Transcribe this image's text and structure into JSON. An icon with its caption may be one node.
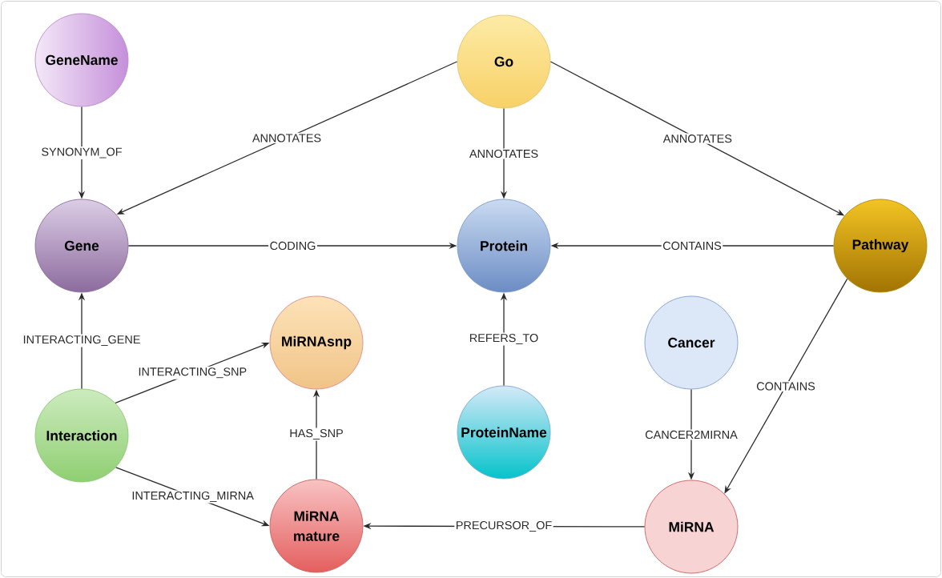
{
  "diagram": {
    "nodes": [
      {
        "text": [
          "GeneName"
        ]
      },
      {
        "text": [
          "Go"
        ]
      },
      {
        "text": [
          "Gene"
        ]
      },
      {
        "text": [
          "Protein"
        ]
      },
      {
        "text": [
          "Pathway"
        ]
      },
      {
        "text": [
          "MiRNAsnp"
        ]
      },
      {
        "text": [
          "Cancer"
        ]
      },
      {
        "text": [
          "Interaction"
        ]
      },
      {
        "text": [
          "ProteinName"
        ]
      },
      {
        "text": [
          "MiRNA mature"
        ]
      },
      {
        "text": [
          "MiRNA"
        ]
      }
    ],
    "edges": [
      {
        "from": 0,
        "to": 2,
        "arrow": "to",
        "label": "SYNONYM_OF"
      },
      {
        "from": 1,
        "to": 2,
        "arrow": "to",
        "label": "ANNOTATES"
      },
      {
        "from": 1,
        "to": 3,
        "arrow": "to",
        "label": "ANNOTATES"
      },
      {
        "from": 1,
        "to": 4,
        "arrow": "to",
        "label": "ANNOTATES"
      },
      {
        "from": 2,
        "to": 3,
        "arrow": "to",
        "label": "CODING"
      },
      {
        "from": 4,
        "to": 3,
        "arrow": "to",
        "label": "CONTAINS"
      },
      {
        "from": 7,
        "to": 2,
        "arrow": "to",
        "label": "INTERACTING_GENE"
      },
      {
        "from": 7,
        "to": 5,
        "arrow": "to",
        "label": "INTERACTING_SNP"
      },
      {
        "from": 8,
        "to": 3,
        "arrow": "to",
        "label": "REFERS_TO"
      },
      {
        "from": 6,
        "to": 10,
        "arrow": "to",
        "label": "CANCER2MIRNA"
      },
      {
        "from": 4,
        "to": 10,
        "arrow": "to",
        "label": "CONTAINS"
      },
      {
        "from": 9,
        "to": 5,
        "arrow": "to",
        "label": "HAS_SNP"
      },
      {
        "from": 7,
        "to": 9,
        "arrow": "to",
        "label": "INTERACTING_MIRNA"
      },
      {
        "from": 10,
        "to": 9,
        "arrow": "to",
        "label": "PRECURSOR_OF"
      }
    ]
  }
}
